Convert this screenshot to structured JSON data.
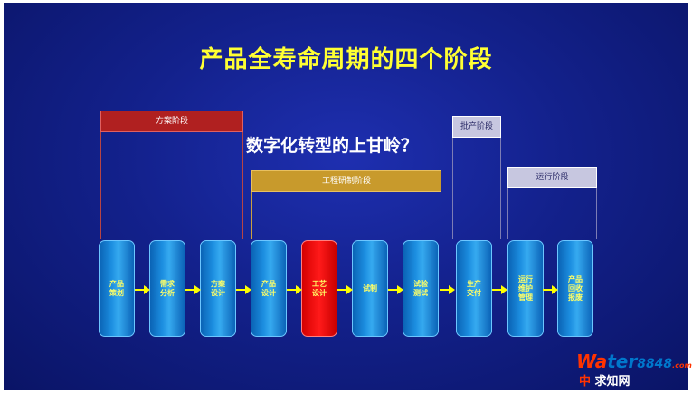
{
  "title": "产品全寿命周期的四个阶段",
  "subtitle": "数字化转型的上甘岭？",
  "phases": {
    "scheme": "方案阶段",
    "engineering": "工程研制阶段",
    "batch": "批产阶段",
    "operation": "运行阶段"
  },
  "stages": [
    "产品\n策划",
    "需求\n分析",
    "方案\n设计",
    "产品\n设计",
    "工艺\n设计",
    "试制",
    "试验\n测试",
    "生产\n交付",
    "运行\n维护\n管理",
    "产品\n回收\n报废"
  ],
  "watermark": {
    "brand_w": "Wa",
    "brand_t": "ter",
    "brand_num": "8848",
    "brand_com": ".com",
    "cn_prefix": "中",
    "cn_text": "求知网"
  },
  "colors": {
    "background": "#13218c",
    "title": "#ffff33",
    "stage": "#1c8ee0",
    "stage_active": "#ff1a1a",
    "arrow": "#ffff00"
  }
}
